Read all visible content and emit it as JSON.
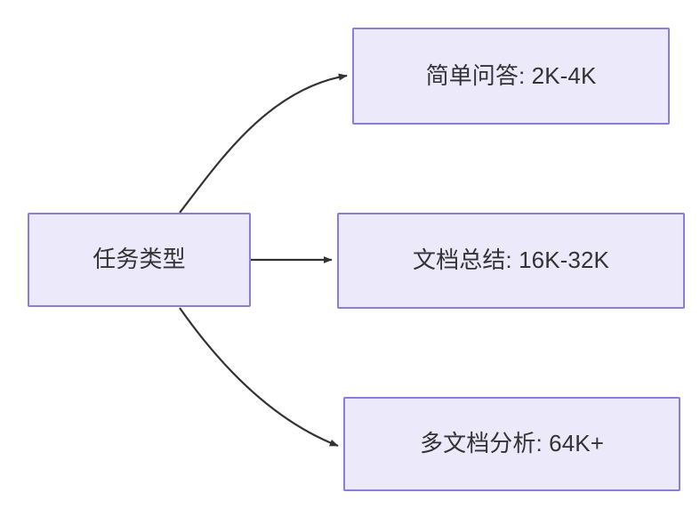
{
  "diagram": {
    "type": "flowchart",
    "direction": "left-to-right",
    "background_color": "#ffffff",
    "node_fill_color": "#ece9fb",
    "node_border_color": "#8e7cdb",
    "node_text_color": "#333333",
    "edge_color": "#333333",
    "root": {
      "id": "root",
      "label": "任务类型"
    },
    "branches": [
      {
        "id": "simple-qa",
        "label": "简单问答: 2K-4K",
        "task": "简单问答",
        "tokens": "2K-4K",
        "edge_style": "curved-up"
      },
      {
        "id": "doc-sum",
        "label": "文档总结: 16K-32K",
        "task": "文档总结",
        "tokens": "16K-32K",
        "edge_style": "straight"
      },
      {
        "id": "multi-doc",
        "label": "多文档分析: 64K+",
        "task": "多文档分析",
        "tokens": "64K+",
        "edge_style": "curved-down"
      }
    ]
  }
}
